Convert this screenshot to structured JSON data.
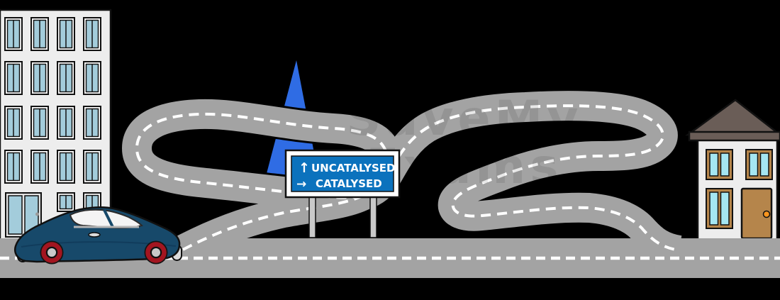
{
  "scene": {
    "background": "#000000",
    "watermark": {
      "line1": "SaveMy",
      "line2": "Exams"
    }
  },
  "sign": {
    "arrow_up": "↑",
    "label_up": "UNCATALYSED",
    "arrow_right": "→",
    "label_right": "CATALYSED",
    "panel_color": "#0b72bd",
    "frame_color": "#ffffff",
    "text_color": "#ffffff",
    "post_color": "#c9c9c9"
  },
  "road": {
    "surface_color": "#a3a3a3",
    "marking_color": "#ffffff",
    "outline_color": "#000000"
  },
  "marker_spike": {
    "color": "#2f6ce4"
  },
  "car": {
    "body_color": "#17496a",
    "glass_color": "#f4f4f4",
    "wheel_rim_color": "#a31520",
    "hub_color": "#c9c9c9",
    "tire_color": "#141414",
    "bumper_color": "#dcdcdc"
  },
  "left_building": {
    "wall_color": "#ededed",
    "window_pane_color": "#a3ccdb",
    "frame_color": "#ffffff",
    "door_panel_color": "#e2e2e2"
  },
  "right_house": {
    "wall_color": "#ededed",
    "roof_color": "#6a5d57",
    "trim_color": "#b5854b",
    "window_pane_color": "#a5e6f2",
    "door_color": "#b5854b",
    "knob_color": "#f7941e"
  }
}
